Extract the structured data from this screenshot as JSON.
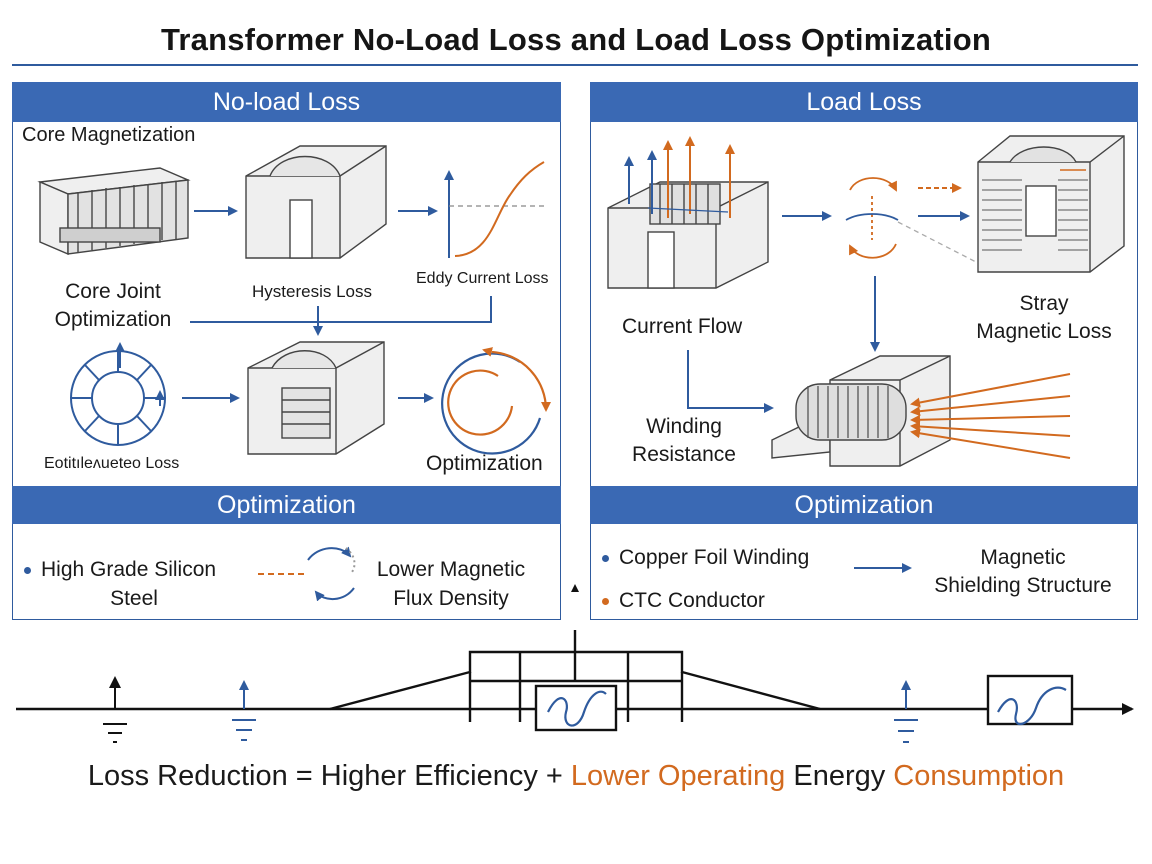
{
  "title": "Transformer No-Load Loss and Load Loss Optimization",
  "colors": {
    "blue": "#3a69b4",
    "orange": "#d26a1f",
    "line": "#2f5b9e"
  },
  "no_load": {
    "header": "No-load Loss",
    "core_magnetization": "Core Magnetization",
    "hysteresis_loss": "Hysteresis Loss",
    "eddy_current_loss": "Eddy Current Loss",
    "core_joint_line1": "Core Joint",
    "core_joint_line2": "Optimization",
    "garbled_loss": "Eotitıleʌueteo Loss",
    "optimization_label": "Optimization",
    "opt_header": "Optimization",
    "opt_item1_line1": "High Grade Silicon",
    "opt_item1_line2": "Steel",
    "opt_item2_line1": "Lower Magnetic",
    "opt_item2_line2": "Flux Density"
  },
  "load": {
    "header": "Load Loss",
    "current_flow": "Current Flow",
    "stray_line1": "Stray",
    "stray_line2": "Magnetic Loss",
    "winding_line1": "Winding",
    "winding_line2": "Resistance",
    "opt_header": "Optimization",
    "opt_item1": "Copper Foil Winding",
    "opt_item2": "CTC Conductor",
    "opt_result_line1": "Magnetic",
    "opt_result_line2": "Shielding Structure"
  },
  "footer": {
    "part1": "Loss Reduction = Higher Efficiency + ",
    "part2": "Lower Operating",
    "part3": " Energy ",
    "part4": "Consumption"
  }
}
